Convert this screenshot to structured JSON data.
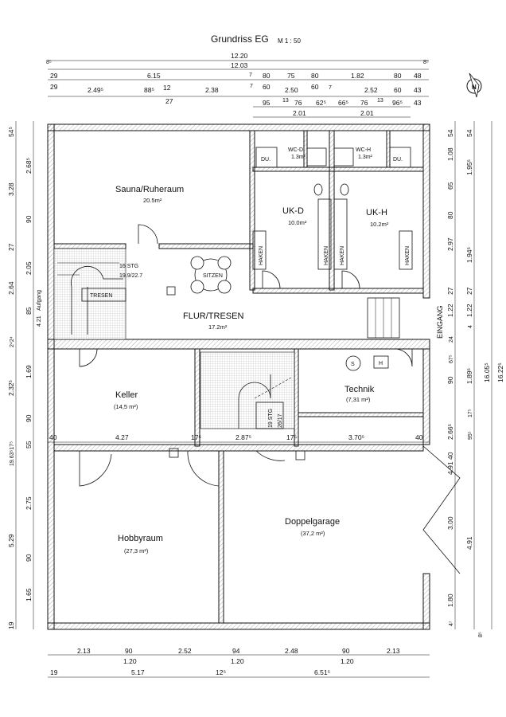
{
  "title": {
    "main": "Grundriss EG",
    "scale": "M 1 : 50"
  },
  "rooms": {
    "sauna": {
      "name": "Sauna/Ruheraum",
      "area": "20.5m²"
    },
    "ukd": {
      "name": "UK-D",
      "area": "10.0m²"
    },
    "ukh": {
      "name": "UK-H",
      "area": "10.2m²"
    },
    "wcd": {
      "name": "WC-D",
      "area": "1.3m²"
    },
    "wch": {
      "name": "WC-H",
      "area": "1.3m²"
    },
    "flur": {
      "name": "FLUR/TRESEN",
      "area": "17.2m²"
    },
    "keller": {
      "name": "Keller",
      "area": "(14,5 m²)"
    },
    "technik": {
      "name": "Technik",
      "area": "(7,31 m²)"
    },
    "hobby": {
      "name": "Hobbyraum",
      "area": "(27,3 m²)"
    },
    "garage": {
      "name": "Doppelgarage",
      "area": "(37,2 m²)"
    }
  },
  "labels": {
    "du": "DU.",
    "haken": "HAKEN",
    "tresen": "TRESEN",
    "sitzen": "SITZEN",
    "stg16": "16 STG",
    "stg16ratio": "19.9/22.7",
    "stg19": "19 STG",
    "stg19ratio": "26/17",
    "eingang": "EINGANG",
    "aufgang": "Aufgang",
    "s": "S",
    "h": "H"
  },
  "dims_top": {
    "r1": [
      "12.20"
    ],
    "r2": [
      "12.03"
    ],
    "r3": [
      "6.15",
      "80",
      "75",
      "80",
      "1.82",
      "80",
      "48"
    ],
    "r4": [
      "29",
      "2.49⁵",
      "88⁵",
      "12",
      "2.38",
      "7",
      "60",
      "2.50",
      "60",
      "7",
      "2.52",
      "60",
      "43"
    ],
    "r4b": [
      "27"
    ],
    "r5": [
      "95",
      "13",
      "76",
      "62⁵",
      "66⁵",
      "76",
      "13",
      "96⁵",
      "43"
    ],
    "r6": [
      "2.01",
      "2.01"
    ],
    "corner": [
      "8⁵",
      "8⁵",
      "29",
      "7",
      "29"
    ]
  },
  "dims_bottom": {
    "r1": [
      "2.13",
      "90",
      "2.52",
      "94",
      "2.48",
      "90",
      "2.13"
    ],
    "r2": [
      "1.20",
      "1.20",
      "1.20"
    ],
    "r3": [
      "19",
      "5.17",
      "12⁵",
      "6.51⁵"
    ]
  },
  "dims_left": {
    "outer": [
      "54⁵",
      "2.68⁵",
      "3.28",
      "90",
      "27",
      "2.05",
      "2.64",
      "85",
      "2⁴2⁴",
      "1.69",
      "2.32⁵",
      "90",
      "19.63⁵17⁵",
      "55",
      "2.75",
      "5.29",
      "90",
      "1.65",
      "19",
      "4.21"
    ],
    "inner": [
      "24",
      "17⁵"
    ]
  },
  "dims_right": {
    "r1": [
      "54",
      "1.08",
      "65",
      "80",
      "2.97",
      "27",
      "1.22",
      "24",
      "4",
      "67⁵",
      "90",
      "2.66⁵",
      "40",
      "3.00",
      "1.80",
      "4.91",
      "4⁷",
      "8⁵"
    ],
    "r2": [
      "54",
      "1.95⁵",
      "1.94⁵",
      "27",
      "1.22",
      "24",
      "1.89⁵",
      "17⁵",
      "95⁵",
      "4.91"
    ],
    "r3": [
      "16.05⁵",
      "16.22⁵"
    ]
  },
  "dims_mid": [
    "40",
    "4.27",
    "17⁵",
    "2.87⁵",
    "17⁵",
    "3.70⁵",
    "40"
  ]
}
